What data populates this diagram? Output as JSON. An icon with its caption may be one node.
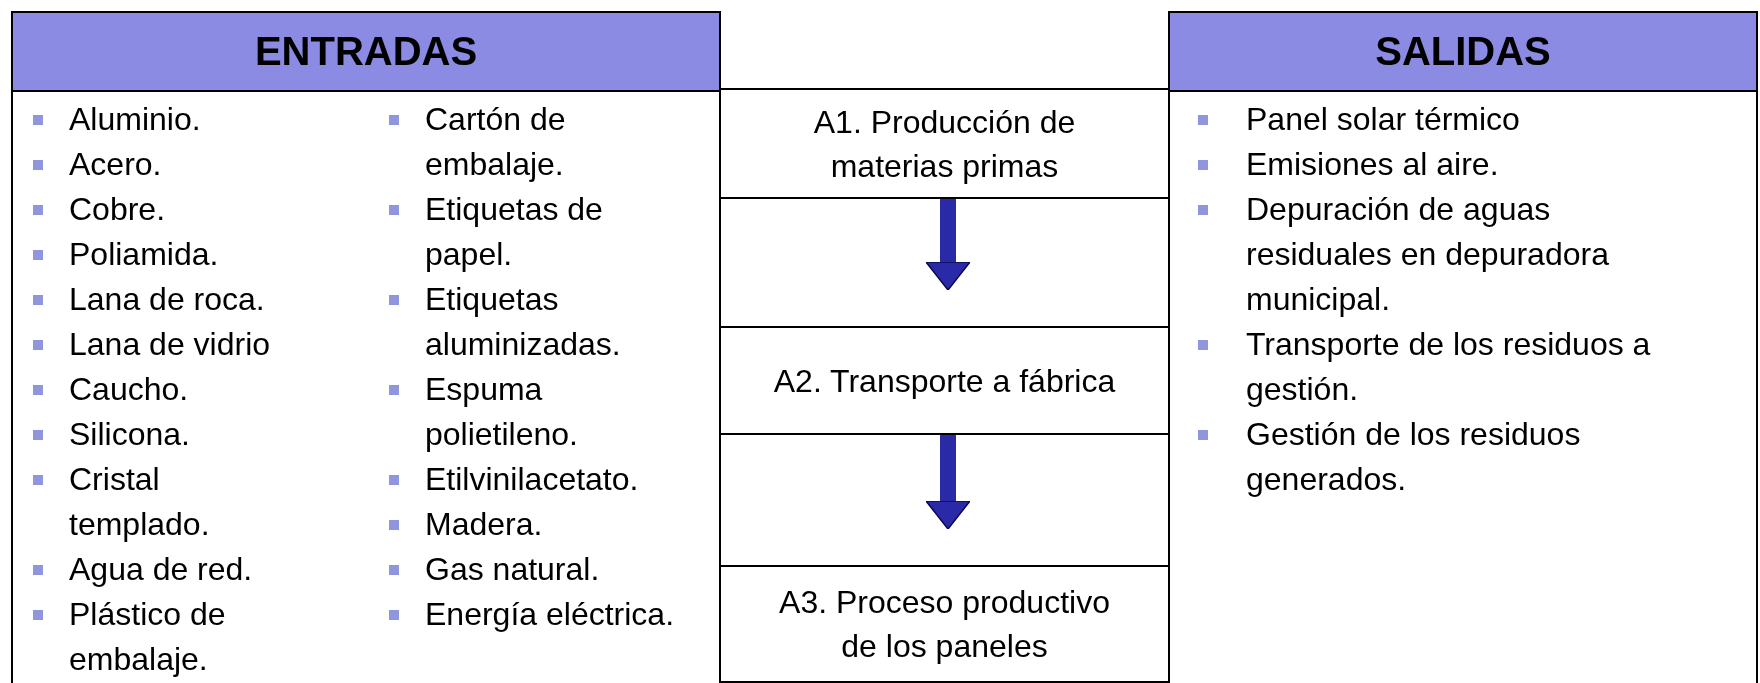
{
  "diagram": {
    "nodes": [
      {
        "text": [
          "ENTRADAS",
          "Aluminio.",
          "Acero.",
          "Cobre.",
          "Poliamida.",
          "Lana de roca.",
          "Lana de vidrio",
          "Caucho.",
          "Silicona.",
          "Cristal templado.",
          "Agua de red.",
          "Plástico de embalaje.",
          "Cartón de embalaje.",
          "Etiquetas de papel.",
          "Etiquetas aluminizadas.",
          "Espuma polietileno.",
          "Etilvinilacetato.",
          "Madera.",
          "Gas natural.",
          "Energía eléctrica."
        ]
      },
      {
        "text": [
          "SALIDAS",
          "Panel solar térmico",
          "Emisiones al aire.",
          "Depuración de aguas residuales en depuradora municipal.",
          "Transporte de los residuos a gestión.",
          "Gestión de los residuos generados."
        ]
      },
      {
        "text": [
          "A1. Producción de materias primas"
        ]
      },
      {
        "text": [
          "A2. Transporte a fábrica"
        ]
      },
      {
        "text": [
          "A3. Proceso productivo de los paneles"
        ]
      }
    ],
    "edges": [
      {
        "from": 2,
        "to": 3,
        "arrow": "to"
      },
      {
        "from": 3,
        "to": 4,
        "arrow": "to"
      }
    ]
  }
}
